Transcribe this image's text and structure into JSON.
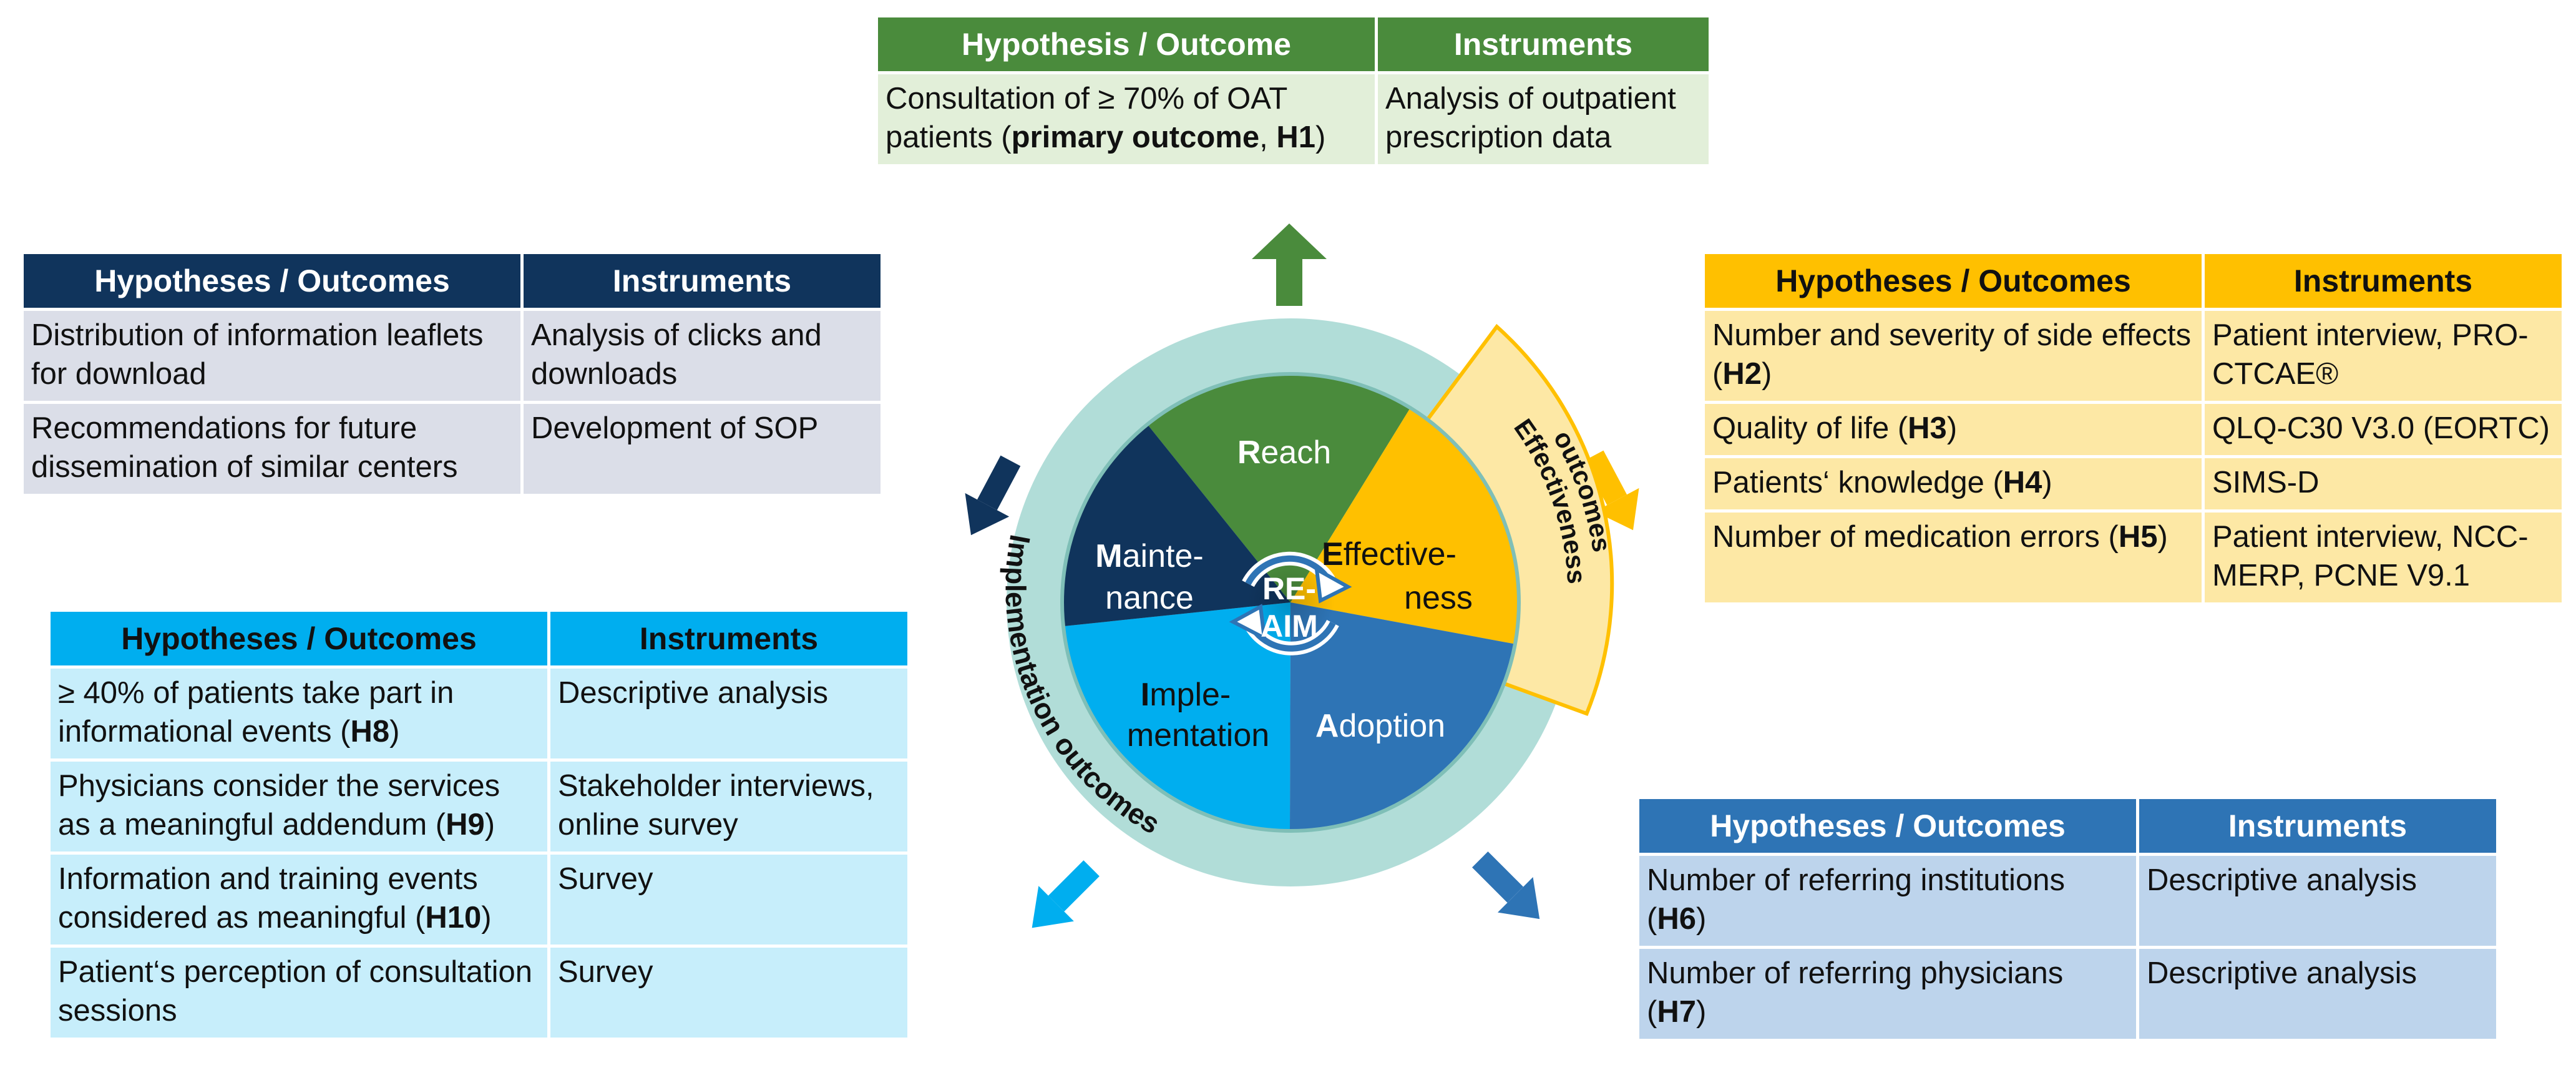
{
  "colors": {
    "reach": "#4a8b3c",
    "effectiveness": "#ffc000",
    "adoption": "#2e74b5",
    "implementation": "#00aeef",
    "maintenance": "#10345c",
    "ring": "#b1ddd8",
    "effectiveness_ring": "#fde8a5"
  },
  "wheel": {
    "center_line1": "RE-",
    "center_line2": "AIM",
    "reach_first": "R",
    "reach_rest": "each",
    "effectiveness_first": "E",
    "effectiveness_line1_rest": "ffective-",
    "effectiveness_line2": "ness",
    "adoption_first": "A",
    "adoption_rest": "doption",
    "implementation_first": "I",
    "implementation_line1_rest": "mple-",
    "implementation_line2": "mentation",
    "maintenance_first": "M",
    "maintenance_line1_rest": "ainte-",
    "maintenance_line2": "nance",
    "implementation_outcomes": "Implementation outcomes",
    "effectiveness_outcomes_line1": "Effectiveness",
    "effectiveness_outcomes_line2": "outcomes"
  },
  "reach_table": {
    "header": [
      "Hypothesis / Outcome",
      "Instruments"
    ],
    "rows": [
      {
        "hyp_pre": "Consultation of ≥ 70% of OAT patients (",
        "hyp_bold": "primary outcome",
        "hyp_mid": ", ",
        "hyp_code": "H1",
        "hyp_post": ")",
        "inst": "Analysis of outpatient prescription data"
      }
    ]
  },
  "maintenance_table": {
    "header": [
      "Hypotheses / Outcomes",
      "Instruments"
    ],
    "rows": [
      {
        "hyp": "Distribution of information leaflets for download",
        "inst": "Analysis of clicks and downloads"
      },
      {
        "hyp": "Recommendations for future dissemination of similar centers",
        "inst": "Development of SOP"
      }
    ]
  },
  "effectiveness_table": {
    "header": [
      "Hypotheses / Outcomes",
      "Instruments"
    ],
    "rows": [
      {
        "hyp_pre": "Number and severity of side effects (",
        "hyp_code": "H2",
        "hyp_post": ")",
        "inst": "Patient interview, PRO-CTCAE®"
      },
      {
        "hyp_pre": "Quality of life (",
        "hyp_code": "H3",
        "hyp_post": ")",
        "inst": "QLQ-C30 V3.0 (EORTC)"
      },
      {
        "hyp_pre": "Patients‘ knowledge (",
        "hyp_code": "H4",
        "hyp_post": ")",
        "inst": "SIMS-D"
      },
      {
        "hyp_pre": "Number of medication errors (",
        "hyp_code": "H5",
        "hyp_post": ")",
        "inst": "Patient interview, NCC-MERP, PCNE V9.1"
      }
    ]
  },
  "implementation_table": {
    "header": [
      "Hypotheses / Outcomes",
      "Instruments"
    ],
    "rows": [
      {
        "hyp_pre": "≥ 40% of patients take part in informational events (",
        "hyp_code": "H8",
        "hyp_post": ")",
        "inst": "Descriptive analysis"
      },
      {
        "hyp_pre": "Physicians consider the services as a meaningful addendum (",
        "hyp_code": "H9",
        "hyp_post": ")",
        "inst": "Stakeholder interviews, online survey"
      },
      {
        "hyp_pre": "Information and training events considered as meaningful (",
        "hyp_code": "H10",
        "hyp_post": ")",
        "inst": "Survey"
      },
      {
        "hyp_pre": "Patient‘s perception of consultation sessions",
        "hyp_code": "",
        "hyp_post": "",
        "inst": "Survey"
      }
    ]
  },
  "adoption_table": {
    "header": [
      "Hypotheses / Outcomes",
      "Instruments"
    ],
    "rows": [
      {
        "hyp_pre": "Number of referring institutions (",
        "hyp_code": "H6",
        "hyp_post": ")",
        "inst": "Descriptive analysis"
      },
      {
        "hyp_pre": "Number of referring physicians (",
        "hyp_code": "H7",
        "hyp_post": ")",
        "inst": "Descriptive analysis"
      }
    ]
  }
}
